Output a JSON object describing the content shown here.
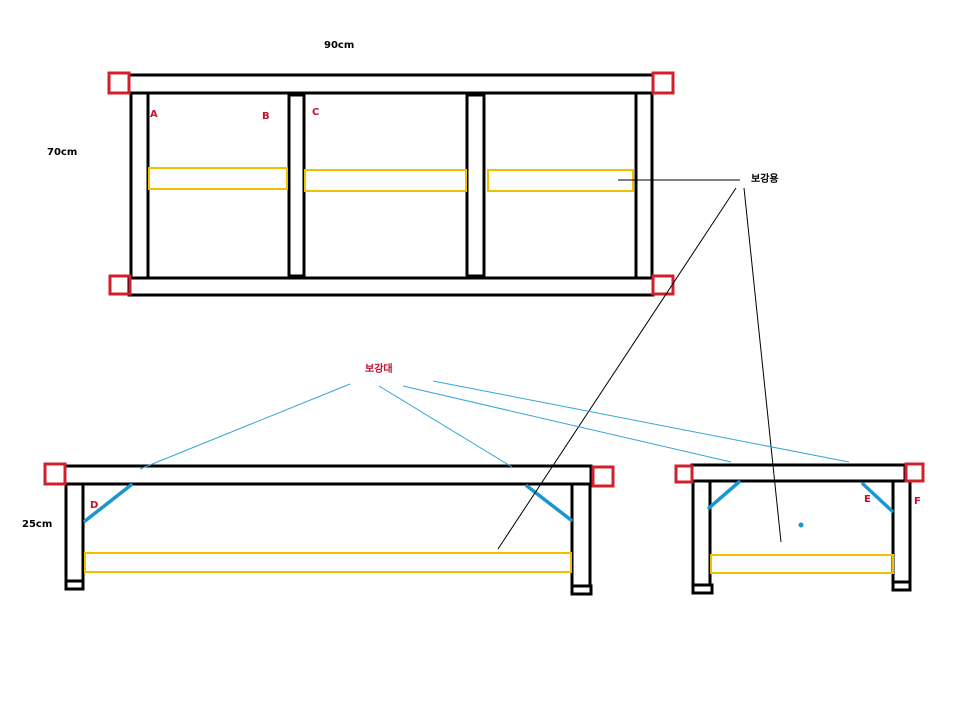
{
  "dimensions": {
    "width_label": "90cm",
    "depth_label": "70cm",
    "height_label": "25cm"
  },
  "labels": {
    "a": "A",
    "b": "B",
    "c": "C",
    "d": "D",
    "e": "E",
    "f": "F",
    "reinforcement_board": "보강용",
    "reinforcement_brace": "보강대"
  },
  "colors": {
    "frame": "#000000",
    "corner_mark": "#d0202e",
    "board": "#f0c000",
    "brace": "#1a96d0",
    "leader_line": "#000000",
    "brace_leader_line": "#35a4d8"
  }
}
